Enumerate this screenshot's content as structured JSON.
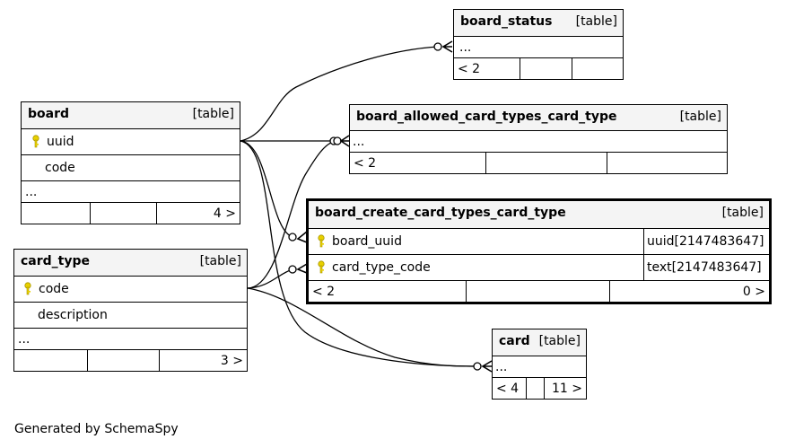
{
  "tables": {
    "board_status": {
      "name": "board_status",
      "kind": "[table]",
      "col1": "...",
      "footer": [
        "< 2",
        "",
        ""
      ]
    },
    "board": {
      "name": "board",
      "kind": "[table]",
      "cols": [
        "uuid",
        "code",
        "..."
      ],
      "footer": [
        "",
        "",
        "4 >"
      ]
    },
    "batct": {
      "name": "board_allowed_card_types_card_type",
      "kind": "[table]",
      "col1": "...",
      "footer": [
        "< 2",
        "",
        ""
      ]
    },
    "bcct": {
      "name": "board_create_card_types_card_type",
      "kind": "[table]",
      "cols": [
        {
          "name": "board_uuid",
          "type": "uuid[2147483647]"
        },
        {
          "name": "card_type_code",
          "type": "text[2147483647]"
        }
      ],
      "footer": [
        "< 2",
        "",
        "0 >"
      ]
    },
    "card_type": {
      "name": "card_type",
      "kind": "[table]",
      "cols": [
        "code",
        "description",
        "..."
      ],
      "footer": [
        "",
        "",
        "3 >"
      ]
    },
    "card": {
      "name": "card",
      "kind": "[table]",
      "col1": "...",
      "footer": [
        "< 4",
        "",
        "11 >"
      ]
    }
  },
  "generated_by": "Generated by SchemaSpy",
  "colors": {
    "key": "#e8d000",
    "header_bg": "#f4f4f4",
    "line": "#000000"
  },
  "icons": {
    "primary_key": "key-icon"
  }
}
